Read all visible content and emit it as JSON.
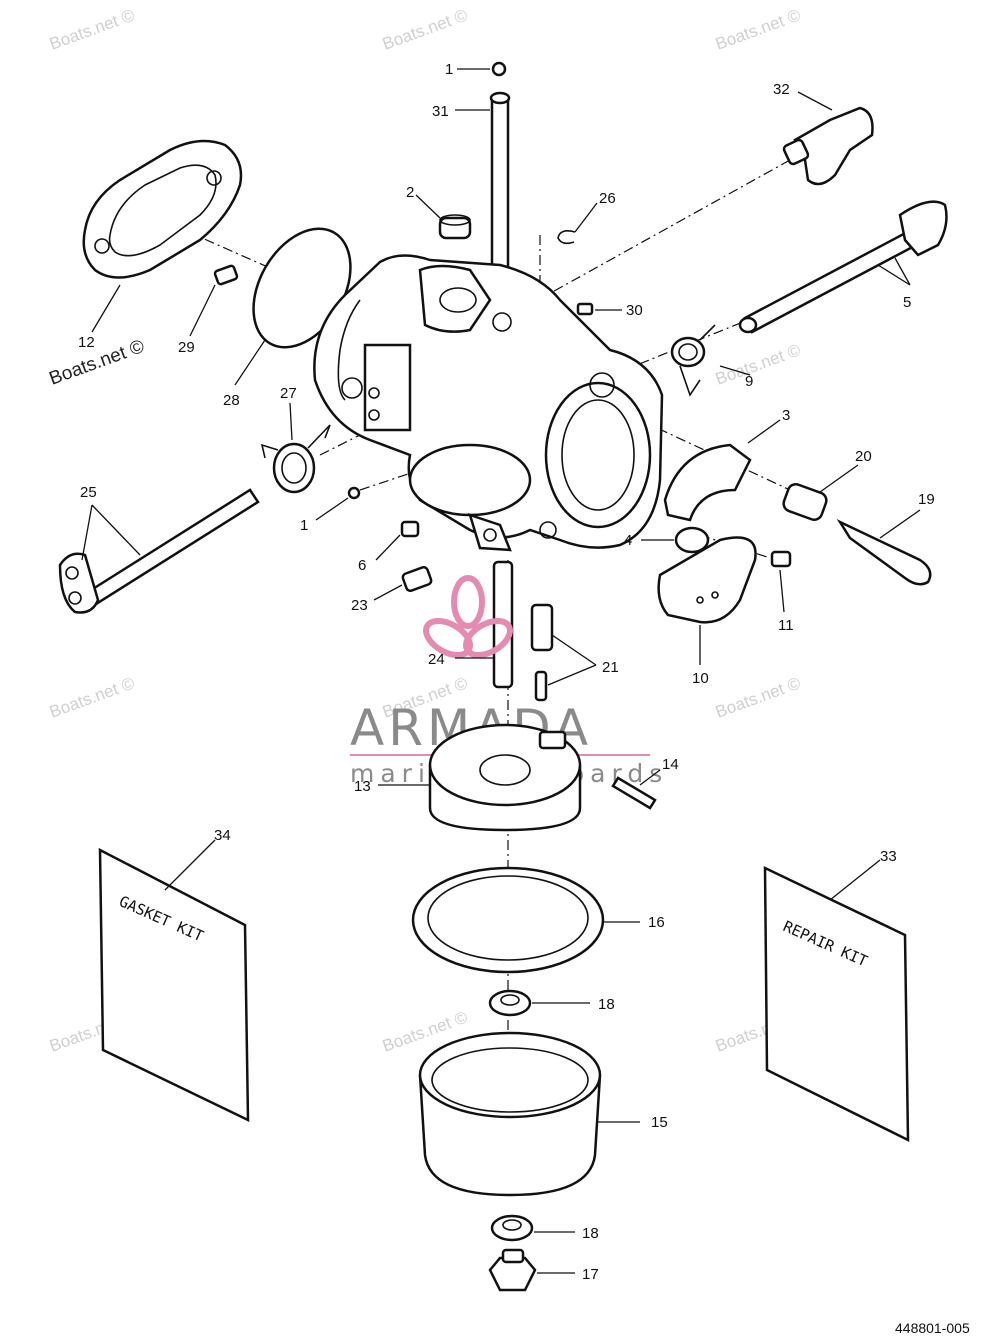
{
  "diagram": {
    "callouts": [
      {
        "id": "c1a",
        "text": "1"
      },
      {
        "id": "c31",
        "text": "31"
      },
      {
        "id": "c32",
        "text": "32"
      },
      {
        "id": "c2",
        "text": "2"
      },
      {
        "id": "c26",
        "text": "26"
      },
      {
        "id": "c12",
        "text": "12"
      },
      {
        "id": "c29",
        "text": "29"
      },
      {
        "id": "c28",
        "text": "28"
      },
      {
        "id": "c30",
        "text": "30"
      },
      {
        "id": "c5",
        "text": "5"
      },
      {
        "id": "c9",
        "text": "9"
      },
      {
        "id": "c27",
        "text": "27"
      },
      {
        "id": "c3",
        "text": "3"
      },
      {
        "id": "c20",
        "text": "20"
      },
      {
        "id": "c19",
        "text": "19"
      },
      {
        "id": "c25",
        "text": "25"
      },
      {
        "id": "c1b",
        "text": "1"
      },
      {
        "id": "c6",
        "text": "6"
      },
      {
        "id": "c4",
        "text": "4"
      },
      {
        "id": "c11",
        "text": "11"
      },
      {
        "id": "c23",
        "text": "23"
      },
      {
        "id": "c24",
        "text": "24"
      },
      {
        "id": "c21",
        "text": "21"
      },
      {
        "id": "c10",
        "text": "10"
      },
      {
        "id": "c13",
        "text": "13"
      },
      {
        "id": "c14",
        "text": "14"
      },
      {
        "id": "c34",
        "text": "34"
      },
      {
        "id": "c33",
        "text": "33"
      },
      {
        "id": "c16",
        "text": "16"
      },
      {
        "id": "c18a",
        "text": "18"
      },
      {
        "id": "c15",
        "text": "15"
      },
      {
        "id": "c18b",
        "text": "18"
      },
      {
        "id": "c17",
        "text": "17"
      }
    ],
    "kits": {
      "gasket": "GASKET KIT",
      "repair": "REPAIR KIT"
    },
    "doc_number": "448801-005"
  },
  "watermarks": {
    "site": "Boats.net ©",
    "brand": "ARMADA",
    "brand_tagline": "marine outboards"
  },
  "colors": {
    "line": "#111111",
    "watermark": "#cfcfcf",
    "brand_gray": "#8a8a8a",
    "brand_pink": "#e58ab0"
  }
}
